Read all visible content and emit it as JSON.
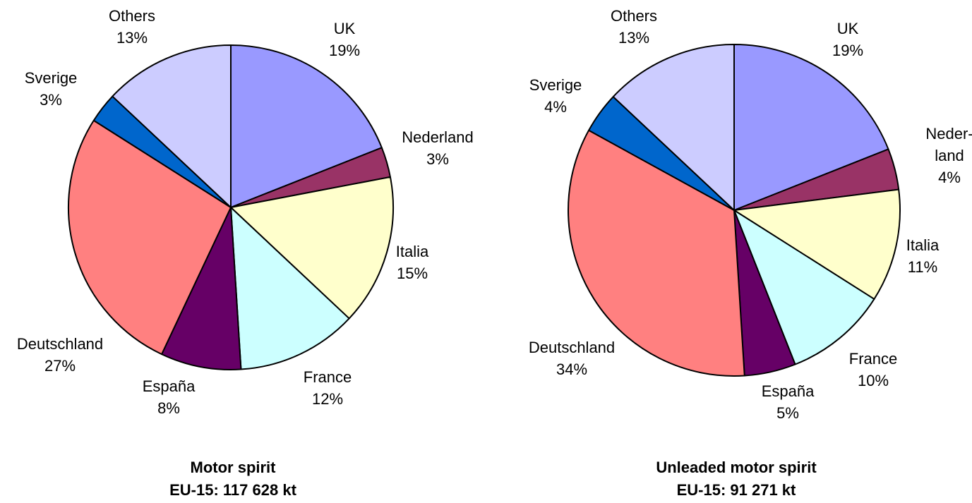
{
  "chart_data": [
    {
      "type": "pie",
      "title": "Motor spirit",
      "subtitle": "EU-15:  117 628 kt",
      "slices": [
        {
          "label": [
            "UK"
          ],
          "pct": "19%",
          "value": 19,
          "color": "#9999FF"
        },
        {
          "label": [
            "Nederland"
          ],
          "pct": "3%",
          "value": 3,
          "color": "#993366"
        },
        {
          "label": [
            "Italia"
          ],
          "pct": "15%",
          "value": 15,
          "color": "#FFFFCC"
        },
        {
          "label": [
            "France"
          ],
          "pct": "12%",
          "value": 12,
          "color": "#CCFFFF"
        },
        {
          "label": [
            "España"
          ],
          "pct": "8%",
          "value": 8,
          "color": "#660066"
        },
        {
          "label": [
            "Deutschland"
          ],
          "pct": "27%",
          "value": 27,
          "color": "#FF8080"
        },
        {
          "label": [
            "Sverige"
          ],
          "pct": "3%",
          "value": 3,
          "color": "#0066CC"
        },
        {
          "label": [
            "Others"
          ],
          "pct": "13%",
          "value": 13,
          "color": "#CCCCFF"
        }
      ]
    },
    {
      "type": "pie",
      "title": "Unleaded motor spirit",
      "subtitle": "EU-15:  91 271 kt",
      "slices": [
        {
          "label": [
            "UK"
          ],
          "pct": "19%",
          "value": 19,
          "color": "#9999FF"
        },
        {
          "label": [
            "Neder-",
            "land"
          ],
          "pct": "4%",
          "value": 4,
          "color": "#993366"
        },
        {
          "label": [
            "Italia"
          ],
          "pct": "11%",
          "value": 11,
          "color": "#FFFFCC"
        },
        {
          "label": [
            "France"
          ],
          "pct": "10%",
          "value": 10,
          "color": "#CCFFFF"
        },
        {
          "label": [
            "España"
          ],
          "pct": "5%",
          "value": 5,
          "color": "#660066"
        },
        {
          "label": [
            "Deutschland"
          ],
          "pct": "34%",
          "value": 34,
          "color": "#FF8080"
        },
        {
          "label": [
            "Sverige"
          ],
          "pct": "4%",
          "value": 4,
          "color": "#0066CC"
        },
        {
          "label": [
            "Others"
          ],
          "pct": "13%",
          "value": 13,
          "color": "#CCCCFF"
        }
      ]
    }
  ]
}
